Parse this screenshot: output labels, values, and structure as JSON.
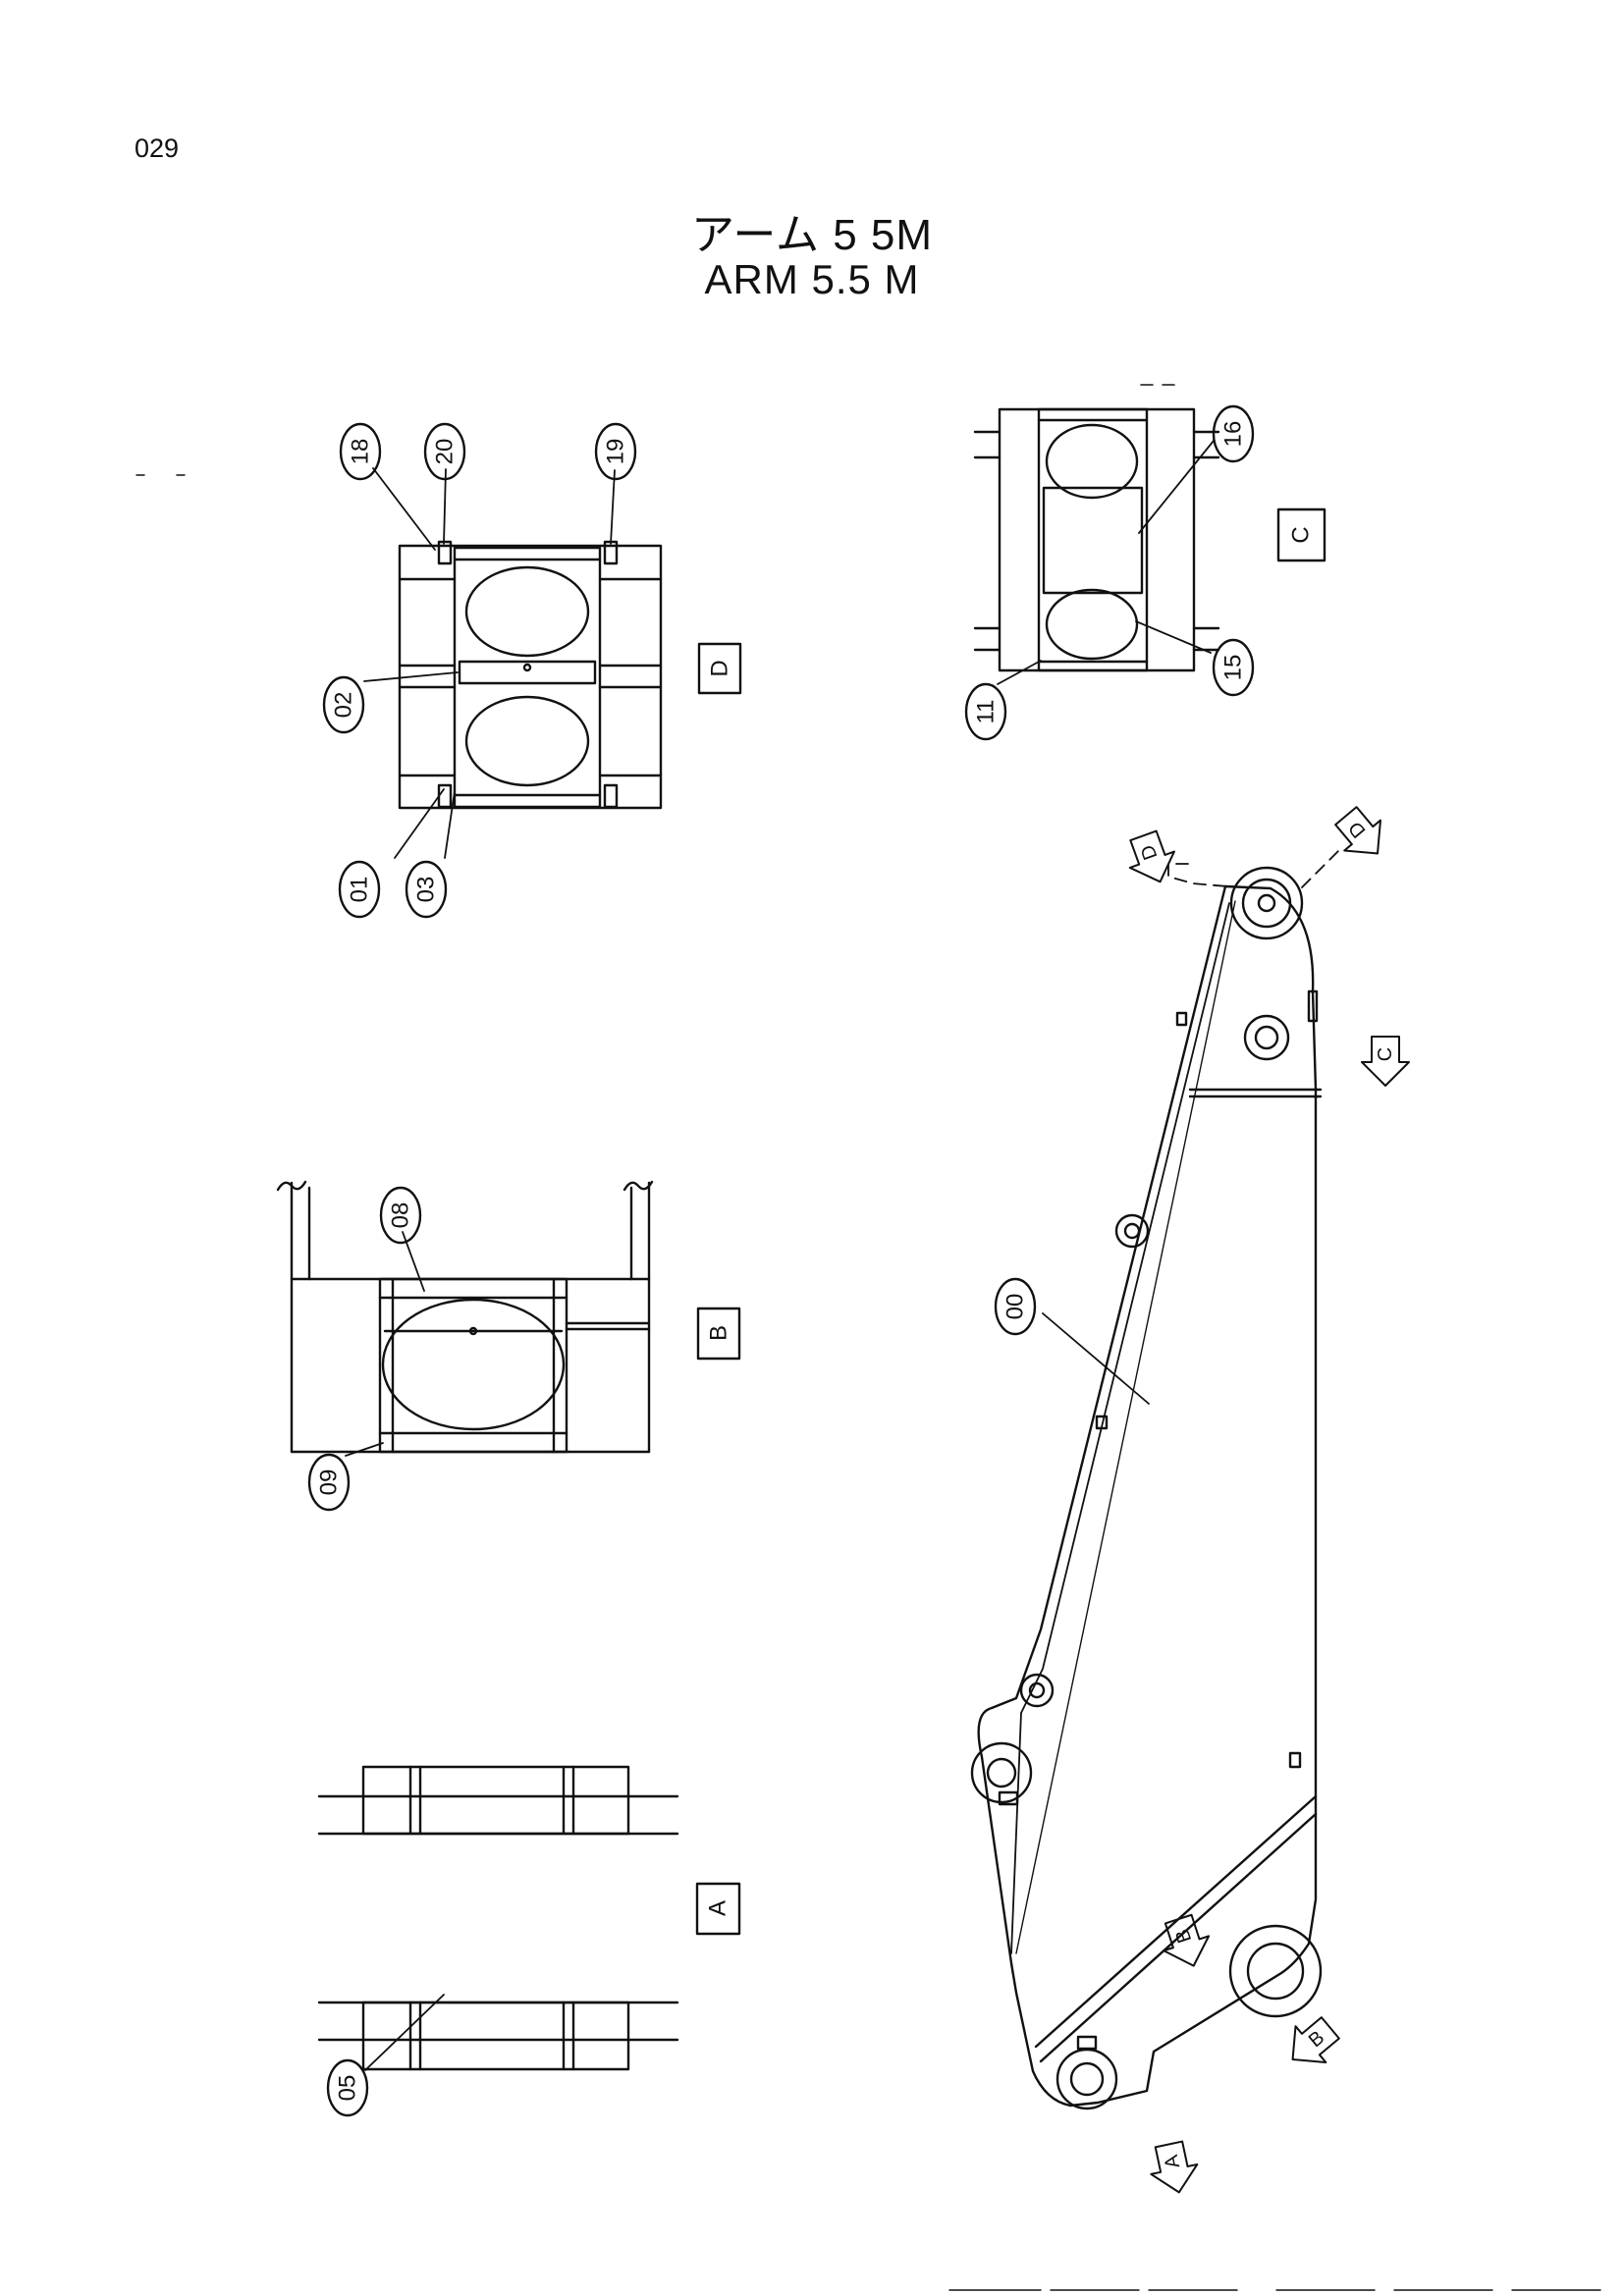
{
  "page": {
    "number": "029"
  },
  "title": {
    "japanese": "アーム 5 5M",
    "english": "ARM  5.5 M"
  },
  "views": [
    {
      "id": "view-a",
      "label": "A"
    },
    {
      "id": "view-b",
      "label": "B"
    },
    {
      "id": "view-c",
      "label": "C"
    },
    {
      "id": "view-d",
      "label": "D"
    }
  ],
  "callouts": [
    {
      "id": "part-18",
      "label": "18"
    },
    {
      "id": "part-20",
      "label": "20"
    },
    {
      "id": "part-19",
      "label": "19"
    },
    {
      "id": "part-02",
      "label": "02"
    },
    {
      "id": "part-01",
      "label": "01"
    },
    {
      "id": "part-03",
      "label": "03"
    },
    {
      "id": "part-16",
      "label": "16"
    },
    {
      "id": "part-15",
      "label": "15"
    },
    {
      "id": "part-11",
      "label": "11"
    },
    {
      "id": "part-08",
      "label": "08"
    },
    {
      "id": "part-09",
      "label": "09"
    },
    {
      "id": "part-00",
      "label": "00"
    },
    {
      "id": "part-05",
      "label": "05"
    }
  ],
  "arrows": [
    {
      "id": "arrow-d-left",
      "label": "D"
    },
    {
      "id": "arrow-d-right",
      "label": "D"
    },
    {
      "id": "arrow-c",
      "label": "C"
    },
    {
      "id": "arrow-b-left",
      "label": "B"
    },
    {
      "id": "arrow-b-right",
      "label": "B"
    },
    {
      "id": "arrow-a",
      "label": "A"
    }
  ]
}
